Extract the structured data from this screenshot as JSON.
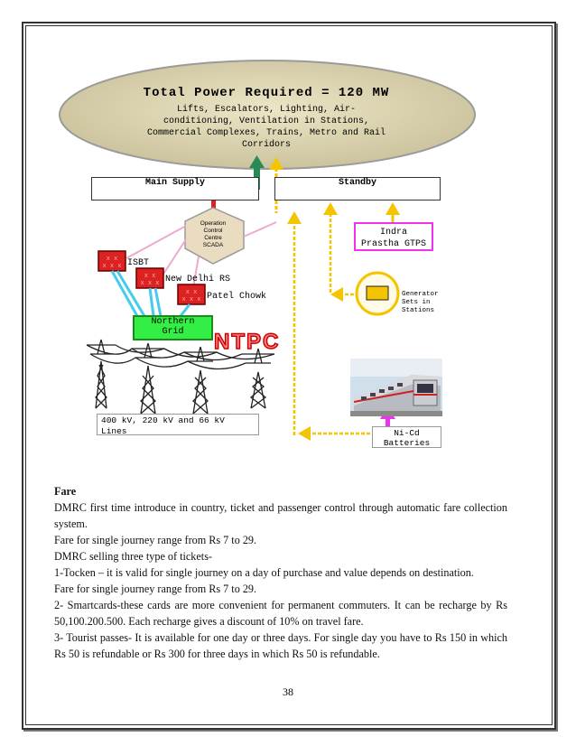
{
  "diagram": {
    "ellipse": {
      "title": "Total Power Required = 120 MW",
      "lines": [
        "Lifts, Escalators, Lighting, Air-",
        "conditioning, Ventilation in Stations,",
        "Commercial Complexes, Trains, Metro and Rail",
        "Corridors"
      ]
    },
    "main_supply": "Main Supply",
    "standby": "Standby",
    "occ": [
      "Operation",
      "Control",
      "Centre",
      "SCADA"
    ],
    "isbt": "ISBT",
    "new_delhi": "New Delhi RS",
    "patel_chowk": "Patel Chowk",
    "northern_grid": [
      "Northern",
      "Grid"
    ],
    "ntpc": "NTPC",
    "lines_box": [
      "400 kV, 220 kV and 66 kV",
      "Lines"
    ],
    "indra": [
      "Indra",
      "Prastha GTPS"
    ],
    "generator": [
      "Generator",
      "Sets in",
      "Stations"
    ],
    "nicd": [
      "Ni-Cd",
      "Batteries"
    ]
  },
  "fare": {
    "title": "Fare",
    "paragraphs": [
      "DMRC first time introduce in country, ticket and passenger control through automatic fare collection system.",
      "Fare for single journey range from Rs 7 to 29.",
      "DMRC selling three type of tickets-",
      "1-Tocken – it is valid for single journey on a day of purchase and value depends on destination.",
      "Fare for single journey range from Rs 7 to 29.",
      "2- Smartcards-these cards are more convenient for permanent commuters. It can be recharge by Rs 50,100.200.500. Each recharge gives a discount of 10% on travel fare.",
      "3- Tourist passes- It is available for one day or three days. For single day you have to Rs 150 in which Rs 50 is refundable or Rs 300 for three days in which Rs 50 is refundable."
    ]
  },
  "page_number": "38",
  "colors": {
    "ellipse_fill": "#d6cfa8",
    "ellipse_stroke": "#999999",
    "arrow_yellow": "#f5c400",
    "arrow_green": "#2a8a55",
    "substation_red": "#dd2222",
    "grid_green": "#33ee44",
    "link_blue": "#44ccee",
    "link_pink": "#f0a8d0",
    "indra_border": "#ee33ee",
    "ntpc_red": "#cc0000"
  }
}
